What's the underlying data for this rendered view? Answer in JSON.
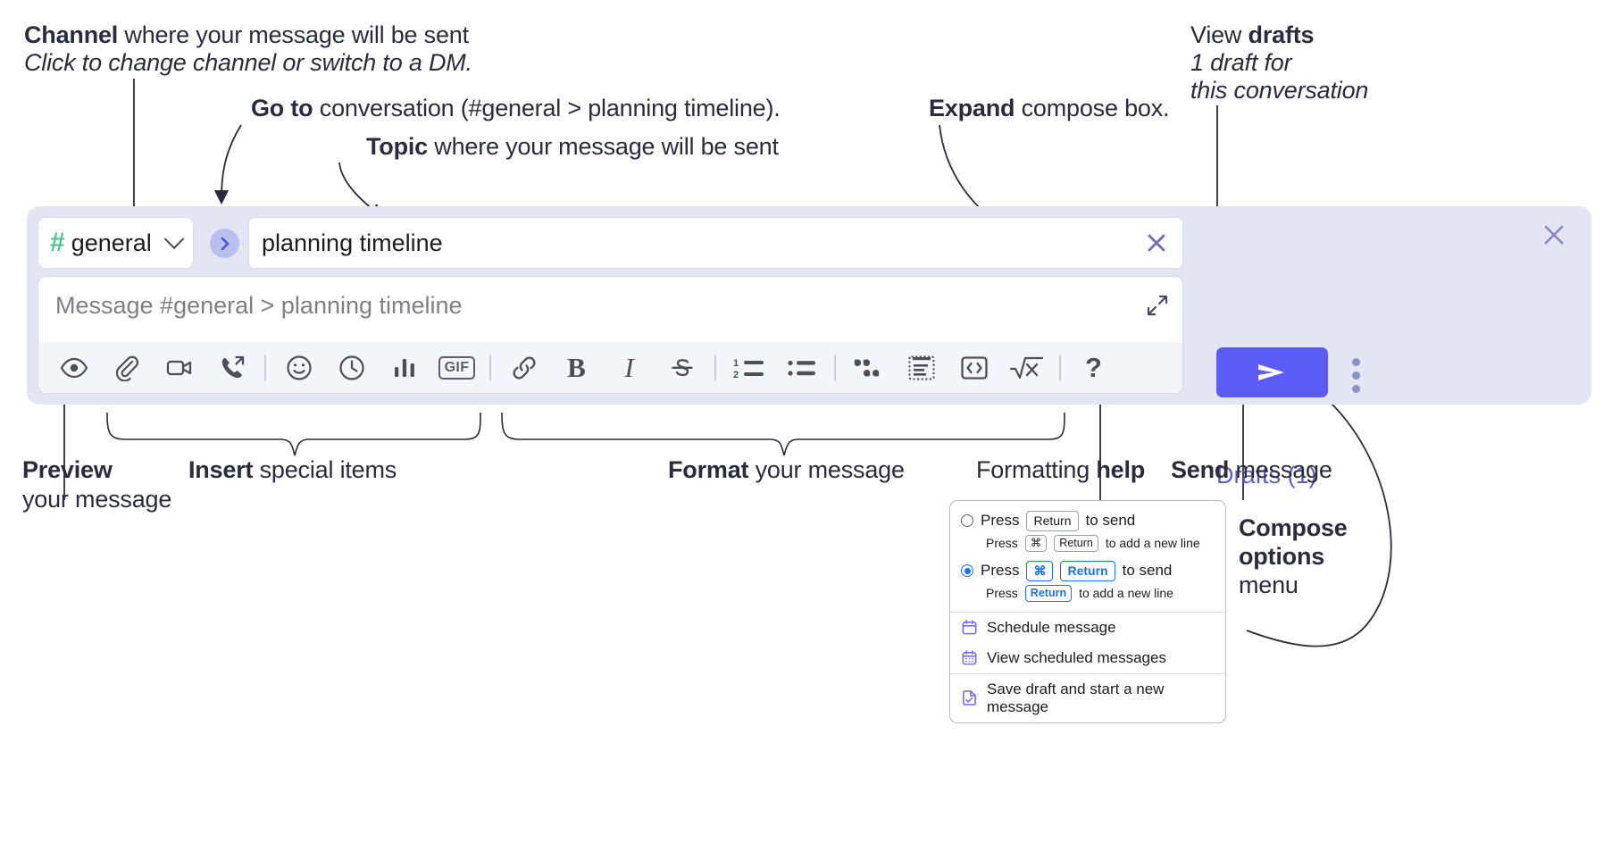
{
  "annotations": {
    "channel": {
      "bold": "Channel",
      "rest": " where your message will be sent",
      "sub": "Click to change channel or switch to a DM."
    },
    "goto": {
      "bold": "Go to",
      "rest": " conversation (#general > planning timeline)."
    },
    "topic": {
      "bold": "Topic",
      "rest": " where your message will be sent"
    },
    "expand": {
      "bold": "Expand",
      "rest": " compose box."
    },
    "drafts": {
      "pre": "View ",
      "bold": "drafts",
      "sub1": "1 draft for",
      "sub2": "this conversation"
    },
    "preview": {
      "bold": "Preview",
      "sub": "your message"
    },
    "insert": {
      "bold": "Insert",
      "rest": " special items"
    },
    "format": {
      "bold": "Format",
      "rest": " your message"
    },
    "help": {
      "pre": "Formatting ",
      "bold": "help"
    },
    "send": {
      "bold": "Send",
      "rest": " message"
    },
    "compose_options": {
      "bold1": "Compose",
      "bold2": "options",
      "rest": "menu"
    }
  },
  "compose": {
    "channel_name": "general",
    "hash_symbol": "#",
    "topic_value": "planning timeline",
    "message_placeholder": "Message #general > planning timeline",
    "drafts_label": "Drafts (1)",
    "toolbar": [
      {
        "name": "preview-icon",
        "label": "Preview"
      },
      {
        "name": "attachment-icon",
        "label": "Attach file"
      },
      {
        "name": "video-icon",
        "label": "Video clip"
      },
      {
        "name": "audio-call-icon",
        "label": "Audio clip"
      },
      {
        "name": "separator",
        "label": ""
      },
      {
        "name": "emoji-icon",
        "label": "Emoji"
      },
      {
        "name": "clock-icon",
        "label": "Reminder"
      },
      {
        "name": "poll-icon",
        "label": "Poll"
      },
      {
        "name": "gif-icon",
        "label": "GIF"
      },
      {
        "name": "separator",
        "label": ""
      },
      {
        "name": "link-icon",
        "label": "Link"
      },
      {
        "name": "bold-icon",
        "label": "B"
      },
      {
        "name": "italic-icon",
        "label": "I"
      },
      {
        "name": "strikethrough-icon",
        "label": "Strikethrough"
      },
      {
        "name": "separator",
        "label": ""
      },
      {
        "name": "ordered-list-icon",
        "label": "Numbered list"
      },
      {
        "name": "bulleted-list-icon",
        "label": "Bulleted list"
      },
      {
        "name": "separator",
        "label": ""
      },
      {
        "name": "blockquote-icon",
        "label": "Quote"
      },
      {
        "name": "code-block-icon",
        "label": "Code block"
      },
      {
        "name": "inline-code-icon",
        "label": "Code"
      },
      {
        "name": "math-icon",
        "label": "Math"
      },
      {
        "name": "separator",
        "label": ""
      },
      {
        "name": "help-icon",
        "label": "?"
      }
    ]
  },
  "options_menu": {
    "option1": {
      "press": "Press",
      "key": "Return",
      "tail": "to send",
      "sub_press": "Press",
      "sub_key1": "⌘",
      "sub_key2": "Return",
      "sub_tail": "to add a new line",
      "selected": false
    },
    "option2": {
      "press": "Press",
      "key1": "⌘",
      "key2": "Return",
      "tail": "to send",
      "sub_press": "Press",
      "sub_key": "Return",
      "sub_tail": "to add a new line",
      "selected": true
    },
    "items": [
      {
        "label": "Schedule message",
        "icon": "calendar-icon"
      },
      {
        "label": "View scheduled messages",
        "icon": "calendar-grid-icon"
      },
      {
        "label": "Save draft and start a new message",
        "icon": "save-draft-icon"
      }
    ]
  },
  "colors": {
    "panel_bg": "#e3e5f3",
    "accent_send": "#5b5bf5",
    "accent_link": "#5b5fc7",
    "hash_green": "#52c392",
    "go_btn_bg": "#b9c0ee",
    "toolbar_bg": "#f4f5f8",
    "text": "#2b2b3d"
  }
}
